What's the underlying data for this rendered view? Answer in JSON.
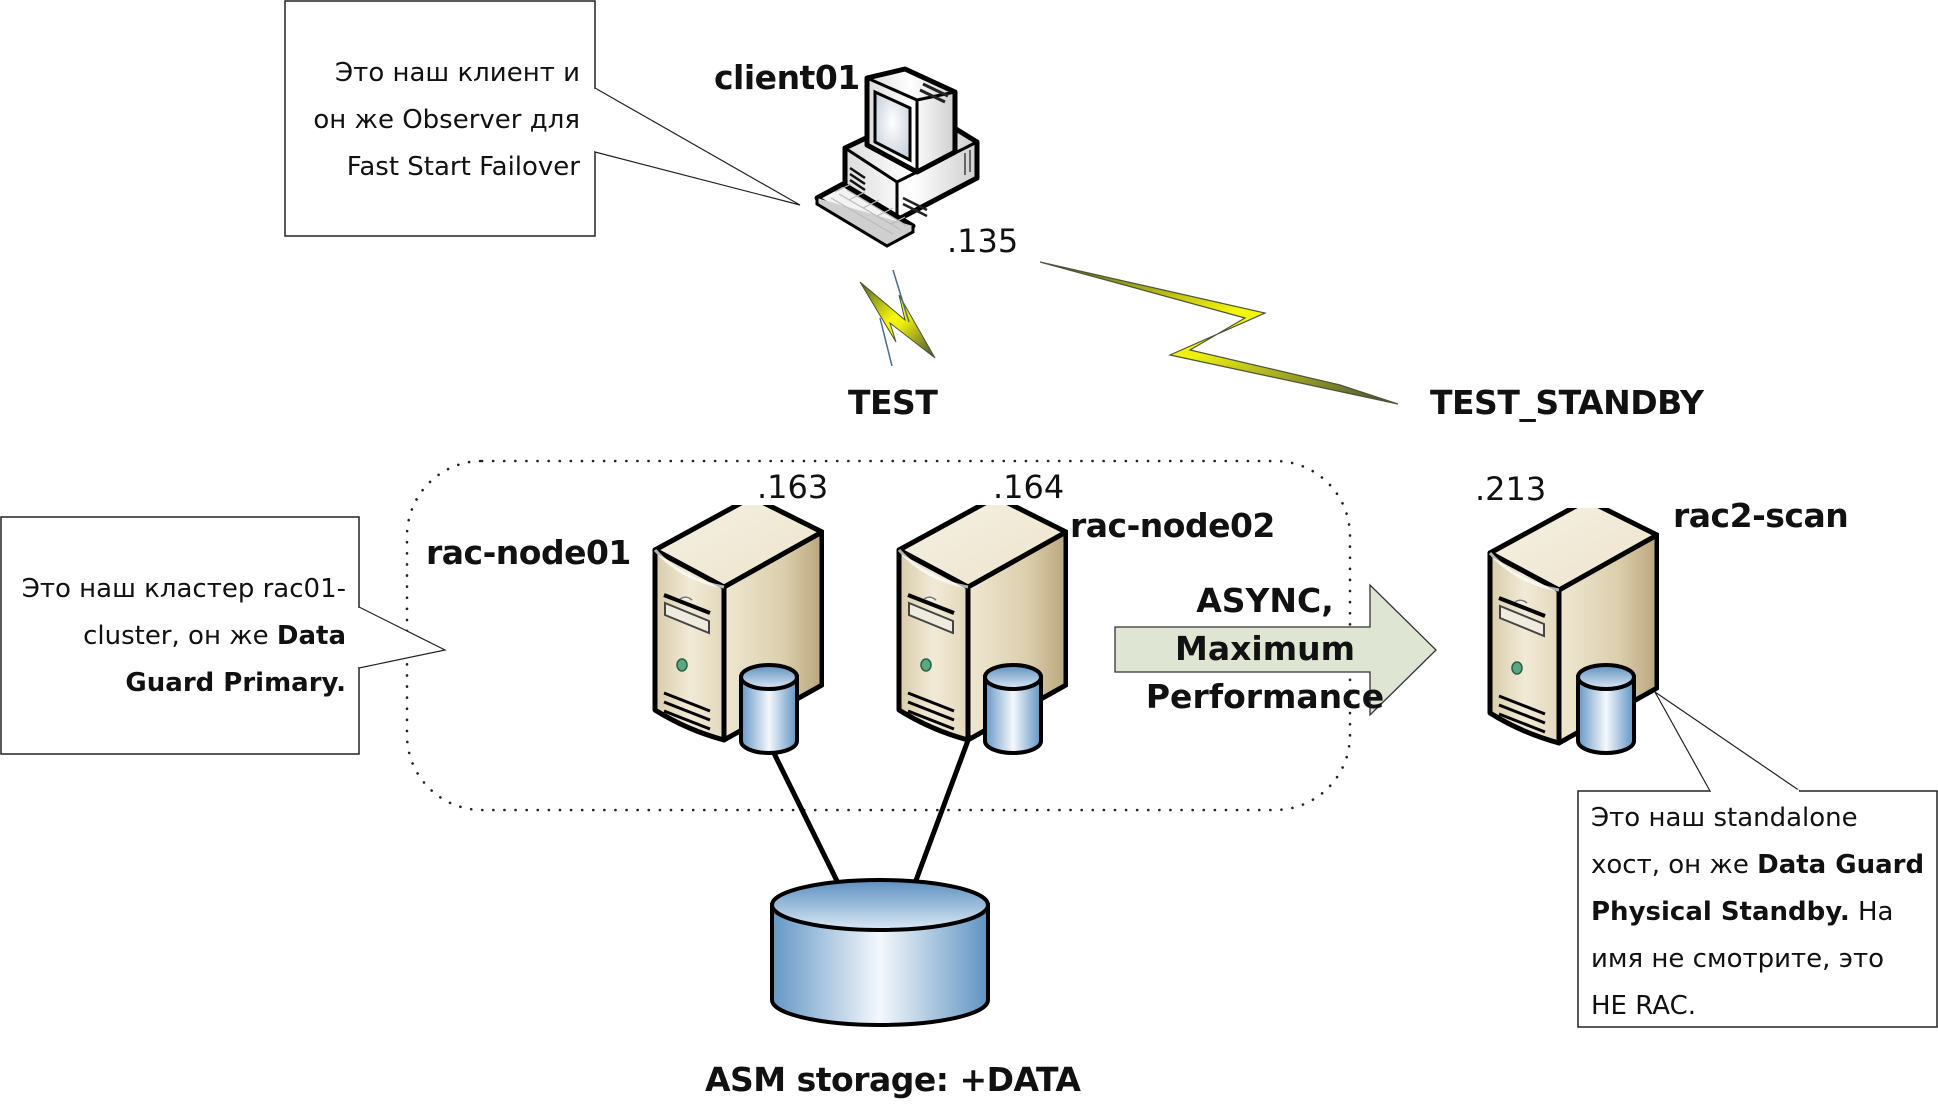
{
  "diagram": {
    "client": {
      "name": "client01",
      "ip": ".135",
      "icon": "desktop-computer-icon",
      "callout_lines": [
        "Это наш клиент и",
        "он же Observer для",
        "Fast Start Failover"
      ]
    },
    "connections": {
      "primary_service": "TEST",
      "standby_service": "TEST_STANDBY",
      "link_icon": "lightning-bolt-icon"
    },
    "primary_cluster": {
      "callout_parts": [
        {
          "text": "Это наш кластер rac01-",
          "bold": false
        },
        {
          "text": "cluster, он же ",
          "bold": false
        },
        {
          "text": "Data",
          "bold": true
        },
        {
          "text": "Guard Primary.",
          "bold": true
        }
      ],
      "nodes": [
        {
          "name": "rac-node01",
          "ip": ".163",
          "icon": "server-tower-icon"
        },
        {
          "name": "rac-node02",
          "ip": ".164",
          "icon": "server-tower-icon"
        }
      ],
      "storage": {
        "label": "ASM storage: +DATA",
        "icon": "database-cylinder-icon"
      }
    },
    "replication": {
      "lines": [
        "ASYNC,",
        "Maximum",
        "Performance"
      ],
      "icon": "right-arrow-icon",
      "arrow_color": "#dfe5d3"
    },
    "standby": {
      "name": "rac2-scan",
      "ip": ".213",
      "icon": "server-tower-icon",
      "callout_parts": [
        {
          "text": "Это наш standalone",
          "bold": false
        },
        {
          "text": "хост, он же ",
          "bold": false
        },
        {
          "text": "Data Guard",
          "bold": true
        },
        {
          "text": "Physical Standby.",
          "bold": true
        },
        {
          "text": " На",
          "bold": false
        },
        {
          "text": "имя не смотрите, это",
          "bold": false
        },
        {
          "text": "НЕ RAC.",
          "bold": false
        }
      ]
    },
    "colors": {
      "server_body": "#e8dfc6",
      "server_side": "#c9b994",
      "disk_blue": "#6a9cc8",
      "lightning_yellow": "#f2f20a",
      "led_green": "#5aa882"
    }
  }
}
